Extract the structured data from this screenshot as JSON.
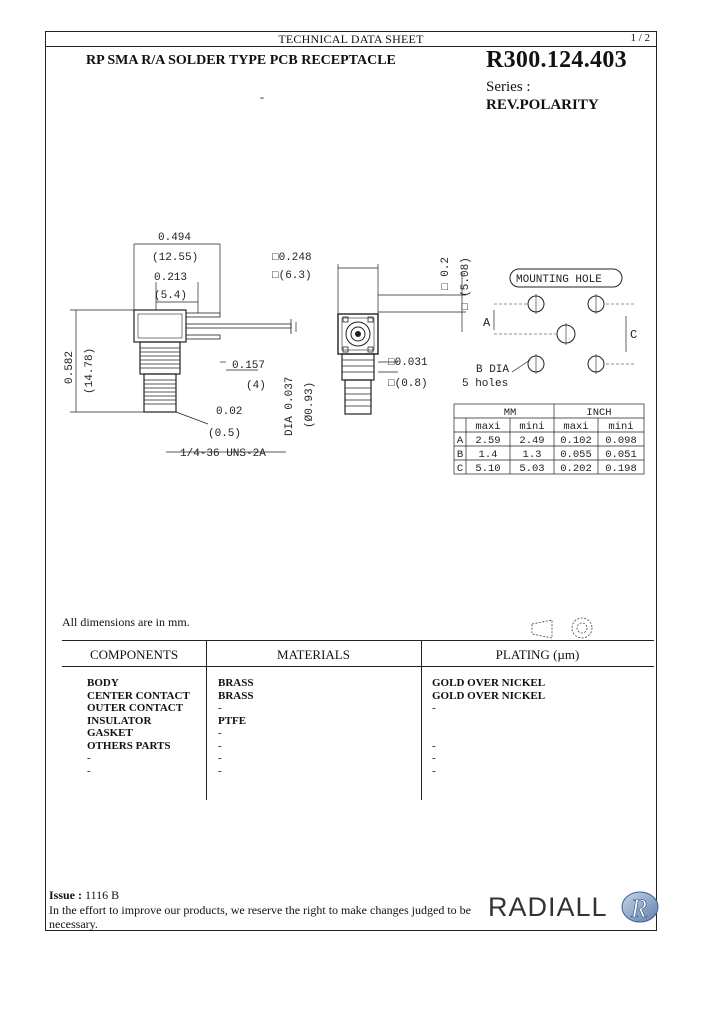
{
  "header": {
    "title": "TECHNICAL DATA SHEET",
    "page": "1 / 2"
  },
  "product": {
    "title": "RP SMA R/A SOLDER TYPE PCB RECEPTACLE",
    "subtitle": "-",
    "part_number": "R300.124.403",
    "series_label": "Series :",
    "series_value": "REV.POLARITY"
  },
  "drawing": {
    "dims": {
      "d1": "0.494",
      "d1mm": "(12.55)",
      "d2": "0.213",
      "d2mm": "(5.4)",
      "d3": "0.582",
      "d3mm": "(14.78)",
      "d4": "0.157",
      "d4mm": "(4)",
      "d5": "DIA 0.037",
      "d5mm": "(Ø0.93)",
      "d6": "0.02",
      "d6mm": "(0.5)",
      "thread": "1/4-36 UNS-2A",
      "sq1": "□0.248",
      "sq1mm": "□(6.3)",
      "v1": "□ 0.2",
      "v1mm": "□ (5.08)",
      "sq2": "□0.031",
      "sq2mm": "□(0.8)"
    },
    "mounting": {
      "label": "MOUNTING HOLE",
      "a": "A",
      "c": "C",
      "b_dia": "B DIA",
      "holes": "5 holes"
    },
    "dim_table": {
      "group_headers": [
        "MM",
        "INCH"
      ],
      "sub_headers": [
        "maxi",
        "mini",
        "maxi",
        "mini"
      ],
      "rows": [
        {
          "label": "A",
          "values": [
            "2.59",
            "2.49",
            "0.102",
            "0.098"
          ]
        },
        {
          "label": "B",
          "values": [
            "1.4",
            "1.3",
            "0.055",
            "0.051"
          ]
        },
        {
          "label": "C",
          "values": [
            "5.10",
            "5.03",
            "0.202",
            "0.198"
          ]
        }
      ]
    }
  },
  "dimensions_note": "All dimensions are in mm.",
  "materials_table": {
    "headers": [
      "COMPONENTS",
      "MATERIALS",
      "PLATING (µm)"
    ],
    "rows": [
      {
        "component": "BODY",
        "material": "BRASS",
        "plating": "GOLD OVER NICKEL"
      },
      {
        "component": "CENTER CONTACT",
        "material": "BRASS",
        "plating": "GOLD OVER NICKEL"
      },
      {
        "component": "OUTER CONTACT",
        "material": "-",
        "plating": "-"
      },
      {
        "component": "INSULATOR",
        "material": "PTFE",
        "plating": ""
      },
      {
        "component": "GASKET",
        "material": "-",
        "plating": ""
      },
      {
        "component": "OTHERS PARTS",
        "material": "-",
        "plating": "-"
      },
      {
        "component": "-",
        "material": "-",
        "plating": "-"
      },
      {
        "component": "-",
        "material": "-",
        "plating": "-"
      }
    ]
  },
  "footer": {
    "issue_label": "Issue :",
    "issue_value": "1116   B",
    "note": "In the effort to improve our products, we reserve the right to make changes judged to be necessary.",
    "logo_text": "RADIALL",
    "logo_mark": "R"
  }
}
